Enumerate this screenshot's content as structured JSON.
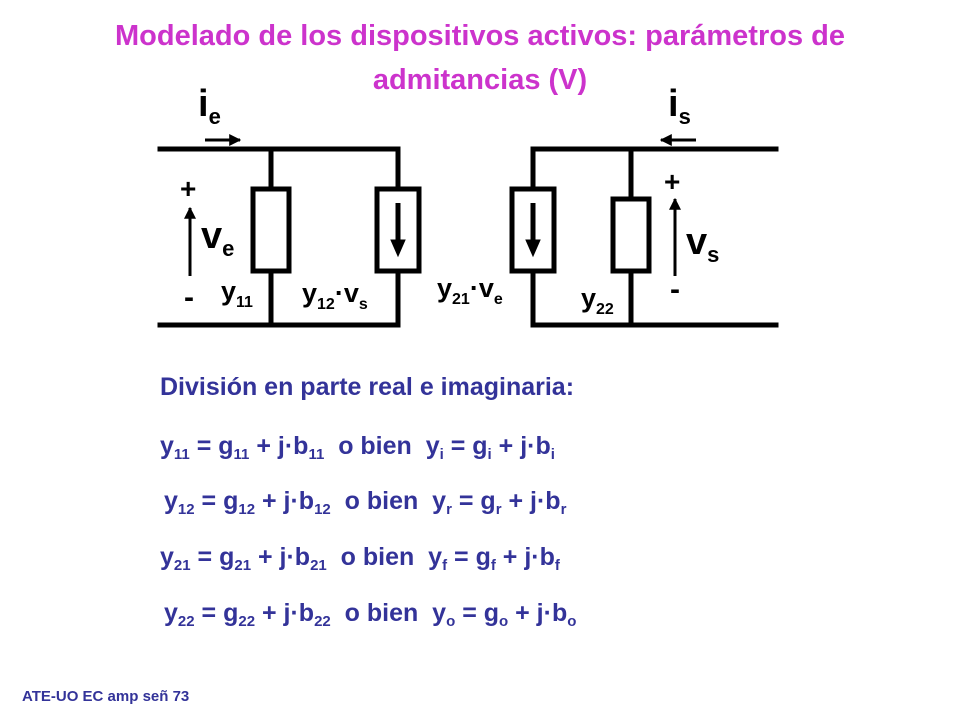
{
  "title_line1": "Modelado de los dispositivos activos: parámetros de",
  "title_line2": "admitancias (V)",
  "circuit": {
    "ie": {
      "main": "i",
      "sub": "e"
    },
    "is": {
      "main": "i",
      "sub": "s"
    },
    "ve": {
      "main": "v",
      "sub": "e"
    },
    "vs": {
      "main": "v",
      "sub": "s"
    },
    "plus": "+",
    "minus": "-",
    "y11": {
      "main": "y",
      "sub": "11"
    },
    "y22": {
      "main": "y",
      "sub": "22"
    },
    "y12vs": {
      "main": "y",
      "sub1": "12",
      "dot": "·v",
      "sub2": "s"
    },
    "y21ve": {
      "main": "y",
      "sub1": "21",
      "dot": "·v",
      "sub2": "e"
    }
  },
  "section_title": "División en parte real e imaginaria:",
  "equations": [
    {
      "a": "y",
      "a_sub": "11",
      "eq": " = g",
      "b_sub": "11",
      "plus": " + j·b",
      "c_sub": "11",
      "mid": "  o bien  y",
      "d_sub": "i",
      "eq2": " = g",
      "e_sub": "i",
      "plus2": " + j·b",
      "f_sub": "i"
    },
    {
      "a": "y",
      "a_sub": "12",
      "eq": " = g",
      "b_sub": "12",
      "plus": " + j·b",
      "c_sub": "12",
      "mid": "  o bien  y",
      "d_sub": "r",
      "eq2": " = g",
      "e_sub": "r",
      "plus2": " + j·b",
      "f_sub": "r"
    },
    {
      "a": "y",
      "a_sub": "21",
      "eq": " = g",
      "b_sub": "21",
      "plus": " + j·b",
      "c_sub": "21",
      "mid": "  o bien  y",
      "d_sub": "f",
      "eq2": " = g",
      "e_sub": "f",
      "plus2": " + j·b",
      "f_sub": "f"
    },
    {
      "a": "y",
      "a_sub": "22",
      "eq": " = g",
      "b_sub": "22",
      "plus": " + j·b",
      "c_sub": "22",
      "mid": "  o bien  y",
      "d_sub": "o",
      "eq2": " = g",
      "e_sub": "o",
      "plus2": " + j·b",
      "f_sub": "o"
    }
  ],
  "footer": "ATE-UO EC amp señ 73"
}
